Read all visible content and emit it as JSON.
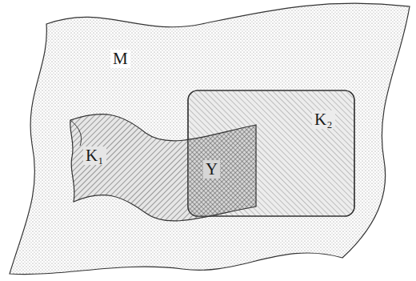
{
  "diagram": {
    "nodes": [
      {
        "text": [
          "M"
        ]
      },
      {
        "text": [
          "K₁"
        ],
        "in": 0
      },
      {
        "text": [
          "K₂"
        ],
        "in": 0
      }
    ],
    "labels": [
      "Y"
    ]
  }
}
